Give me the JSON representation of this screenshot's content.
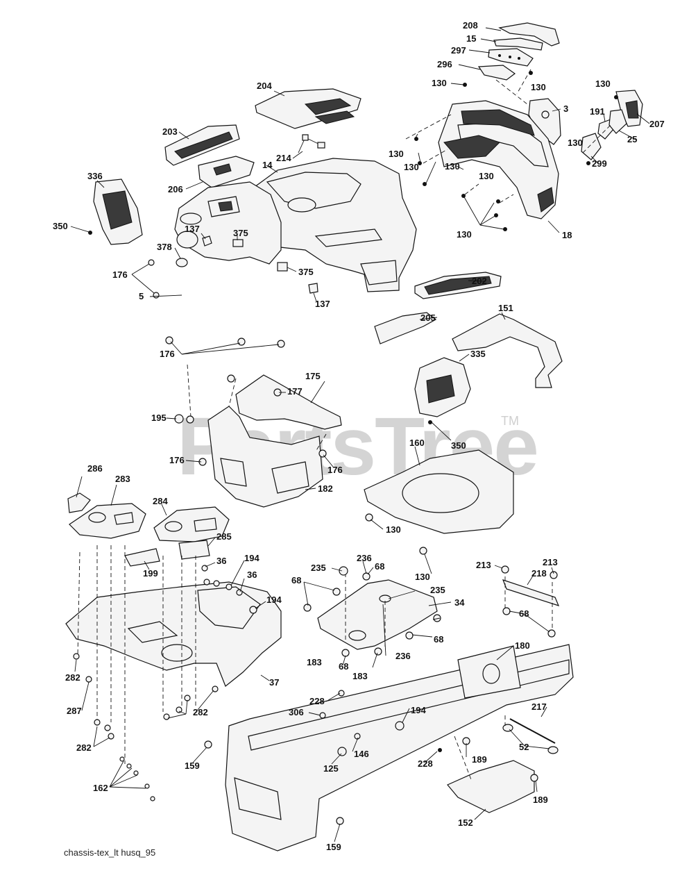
{
  "watermark": {
    "text": "PartsTree",
    "tm": "TM"
  },
  "footer": {
    "code": "chassis-tex_lt husq_95"
  },
  "labels": [
    "208",
    "15",
    "297",
    "296",
    "130",
    "130",
    "3",
    "130",
    "191",
    "207",
    "25",
    "130",
    "299",
    "204",
    "203",
    "214",
    "14",
    "206",
    "336",
    "350",
    "137",
    "375",
    "378",
    "176",
    "375",
    "137",
    "5",
    "130",
    "130",
    "130",
    "130",
    "130",
    "18",
    "202",
    "205",
    "151",
    "176",
    "175",
    "177",
    "195",
    "176",
    "176",
    "182",
    "335",
    "350",
    "160",
    "130",
    "286",
    "283",
    "284",
    "285",
    "199",
    "36",
    "194",
    "36",
    "194",
    "235",
    "236",
    "68",
    "68",
    "235",
    "34",
    "68",
    "213",
    "213",
    "218",
    "130",
    "68",
    "183",
    "68",
    "236",
    "183",
    "180",
    "37",
    "282",
    "287",
    "282",
    "282",
    "228",
    "194",
    "306",
    "217",
    "146",
    "125",
    "228",
    "189",
    "52",
    "162",
    "159",
    "189",
    "152",
    "159"
  ]
}
